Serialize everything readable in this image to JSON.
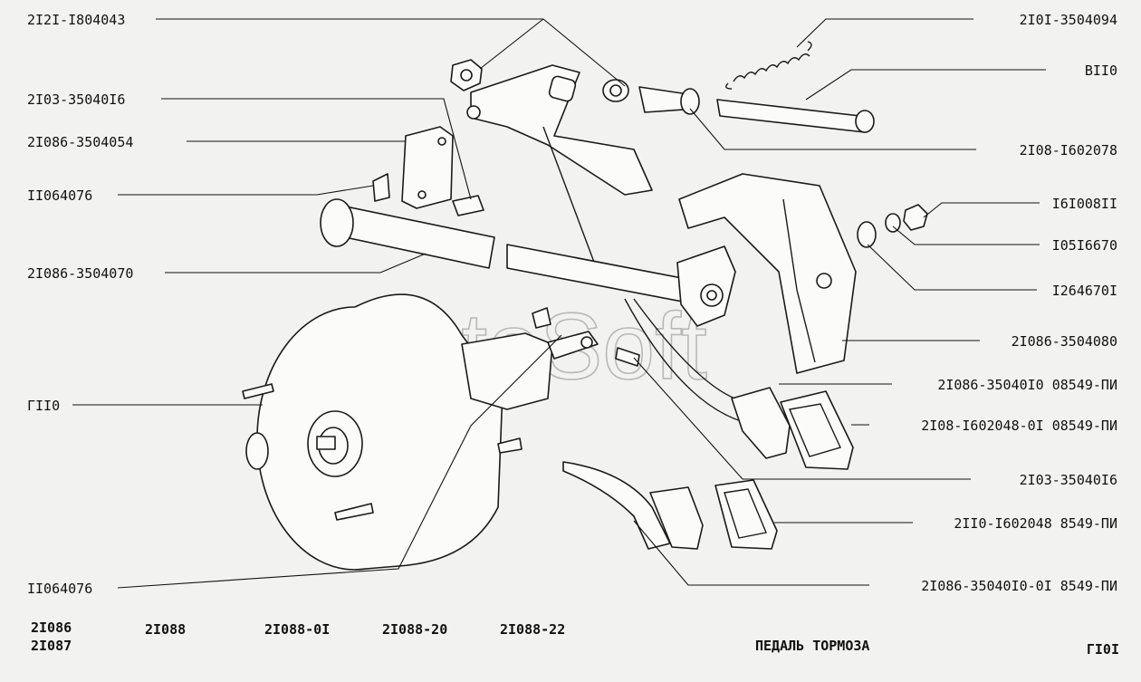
{
  "watermark": "AutoSoft",
  "title": "ПЕДАЛЬ ТОРМОЗА",
  "page_code": "ГI0I",
  "models": [
    "2I086",
    "2I087",
    "2I088",
    "2I088-0I",
    "2I088-20",
    "2I088-22"
  ],
  "callouts_left": [
    "2I2I-I804043",
    "2I03-35040I6",
    "2I086-3504054",
    "II064076",
    "2I086-3504070",
    "ГII0",
    "II064076"
  ],
  "callouts_right": [
    "2I0I-3504094",
    "BII0",
    "2I08-I602078",
    "I6I008II",
    "I05I6670",
    "I264670I",
    "2I086-3504080",
    "2I086-35040I0 08549-ПИ",
    "2I08-I602048-0I 08549-ПИ",
    "2I03-35040I6",
    "2II0-I602048 8549-ПИ",
    "2I086-35040I0-0I 8549-ПИ"
  ]
}
